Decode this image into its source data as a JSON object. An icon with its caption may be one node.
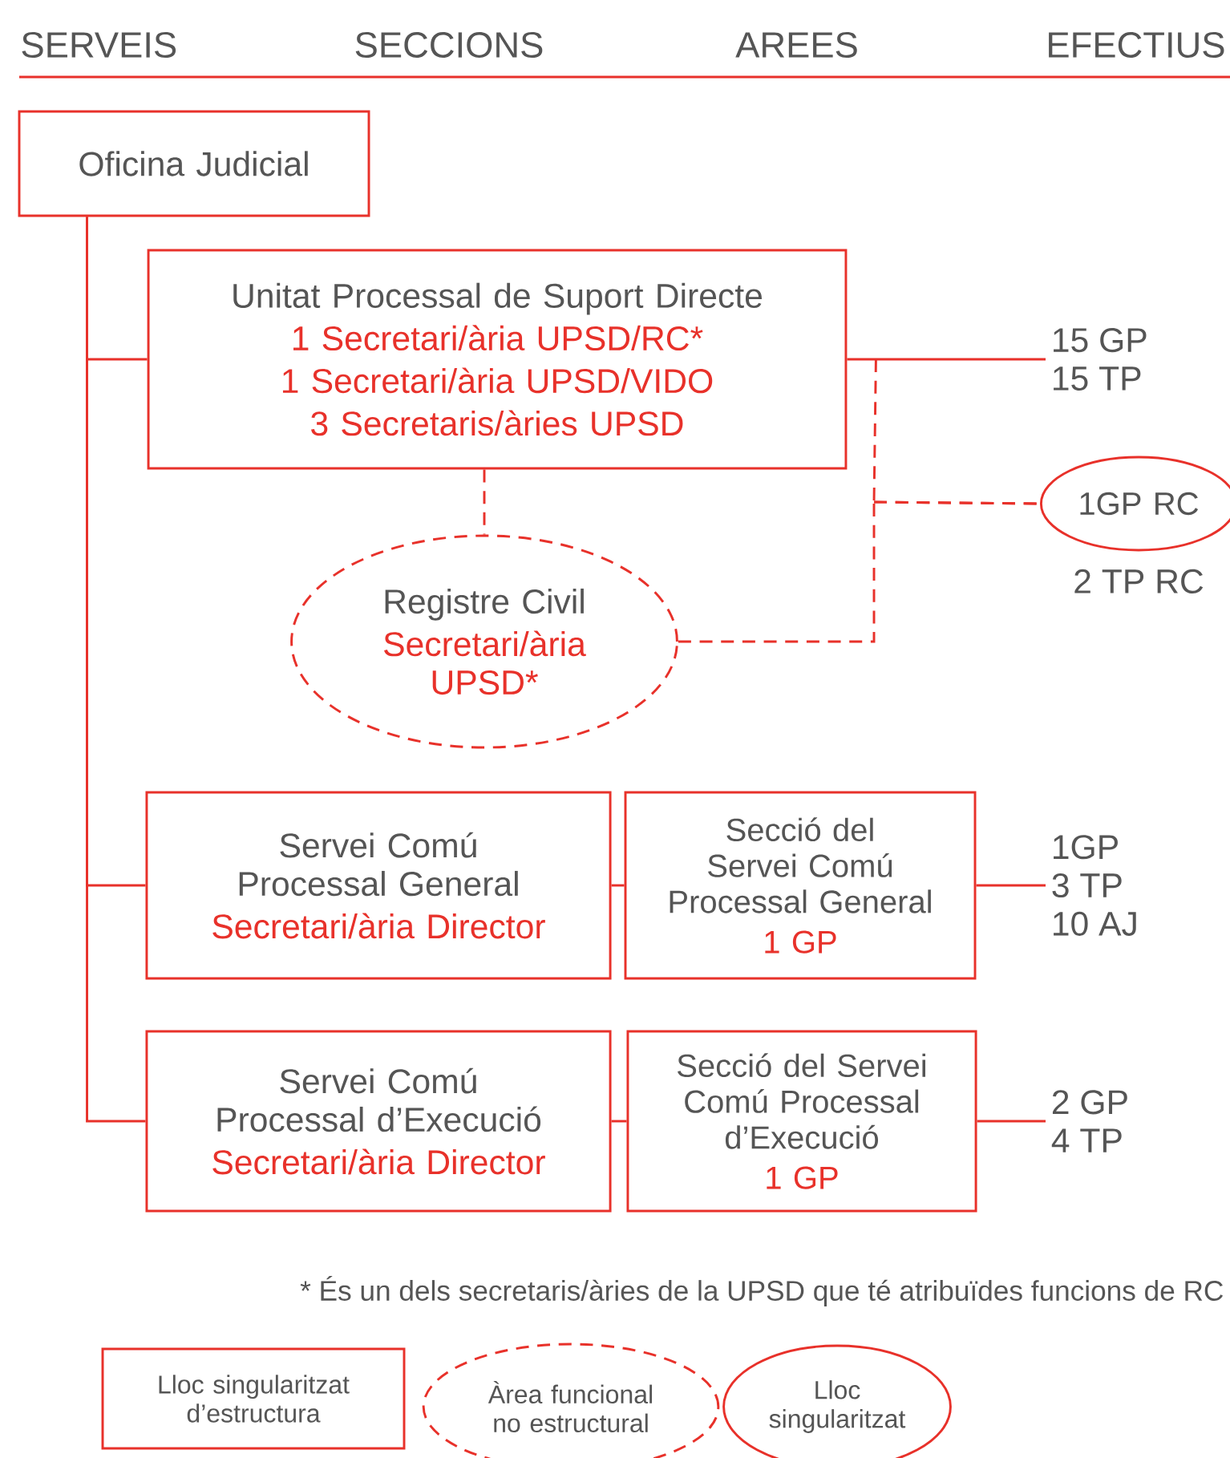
{
  "diagram": {
    "nodes": [
      {
        "text": [
          "Oficina Judicial"
        ]
      },
      {
        "text": [
          "Unitat Processal de Suport Directe",
          "1 Secretari/ària UPSD/RC*",
          "1 Secretari/ària UPSD/VIDO",
          "3 Secretaris/àries UPSD"
        ]
      },
      {
        "text": [
          "15 GP",
          "15 TP"
        ]
      },
      {
        "text": [
          "1GP RC"
        ],
        "beside": [
          "2 TP RC"
        ]
      },
      {
        "text": [
          "Registre Civil",
          "Secretari/ària UPSD*"
        ]
      },
      {
        "text": [
          "Servei Comú Processal General",
          "Secretari/ària Director"
        ]
      },
      {
        "text": [
          "Secció del Servei Comú Processal General",
          "1 GP"
        ]
      },
      {
        "text": [
          "1GP",
          "3 TP",
          "10 AJ"
        ]
      },
      {
        "text": [
          "Servei Comú Processal d’Execució",
          "Secretari/ària Director"
        ]
      },
      {
        "text": [
          "Secció del Servei Comú Processal d’Execució",
          "1 GP"
        ]
      },
      {
        "text": [
          "2 GP",
          "4 TP"
        ]
      }
    ],
    "edges": [
      {
        "from": 0,
        "to": 1,
        "arrow": "none"
      },
      {
        "from": 0,
        "to": 5,
        "arrow": "none"
      },
      {
        "from": 0,
        "to": 8,
        "arrow": "none"
      },
      {
        "from": 1,
        "to": 2,
        "arrow": "none"
      },
      {
        "from": 1,
        "to": 3,
        "arrow": "none",
        "style": "dashed"
      },
      {
        "from": 4,
        "to": 3,
        "arrow": "none",
        "style": "dashed"
      },
      {
        "from": 1,
        "to": 4,
        "arrow": "none",
        "style": "dashed"
      },
      {
        "from": 5,
        "to": 6,
        "arrow": "none"
      },
      {
        "from": 6,
        "to": 7,
        "arrow": "none"
      },
      {
        "from": 8,
        "to": 9,
        "arrow": "none"
      },
      {
        "from": 9,
        "to": 10,
        "arrow": "none"
      }
    ],
    "labels": [
      "SERVEIS",
      "SECCIONS",
      "AREES",
      "EFECTIUS",
      "* És un dels secretaris/àries de la UPSD que té atribuïdes funcions de RC"
    ],
    "legend": [
      {
        "text": "Lloc singularitzat d’estructura"
      },
      {
        "text": "Àrea funcional no estructural"
      },
      {
        "text": "Lloc singularitzat"
      }
    ]
  }
}
